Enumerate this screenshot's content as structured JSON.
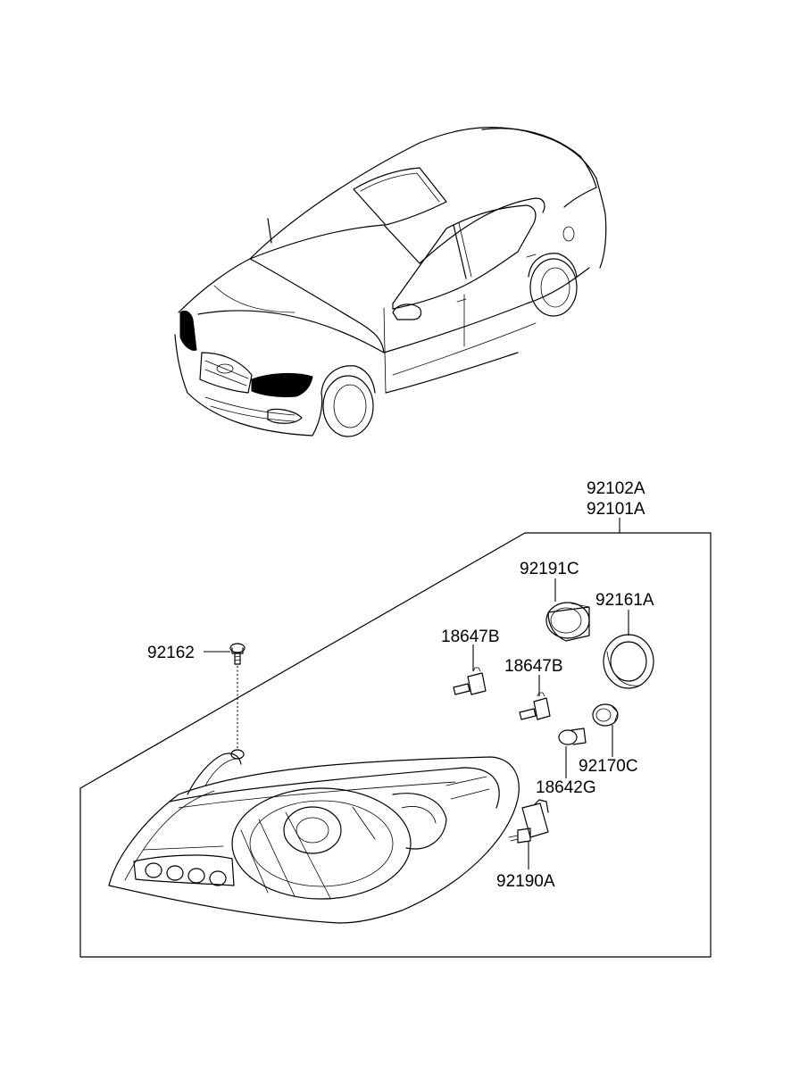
{
  "labels": {
    "assembly_rh": "92102A",
    "assembly_lh": "92101A",
    "socket_cover": "92191C",
    "bulb_cover": "92161A",
    "bulb_main": "18647B",
    "bulb_secondary": "18647B",
    "screw": "92162",
    "socket": "92170C",
    "bulb_small": "18642G",
    "leveling_actuator": "92190A"
  },
  "highlight_color": "#000000",
  "line_color": "#000000",
  "background_color": "#ffffff"
}
